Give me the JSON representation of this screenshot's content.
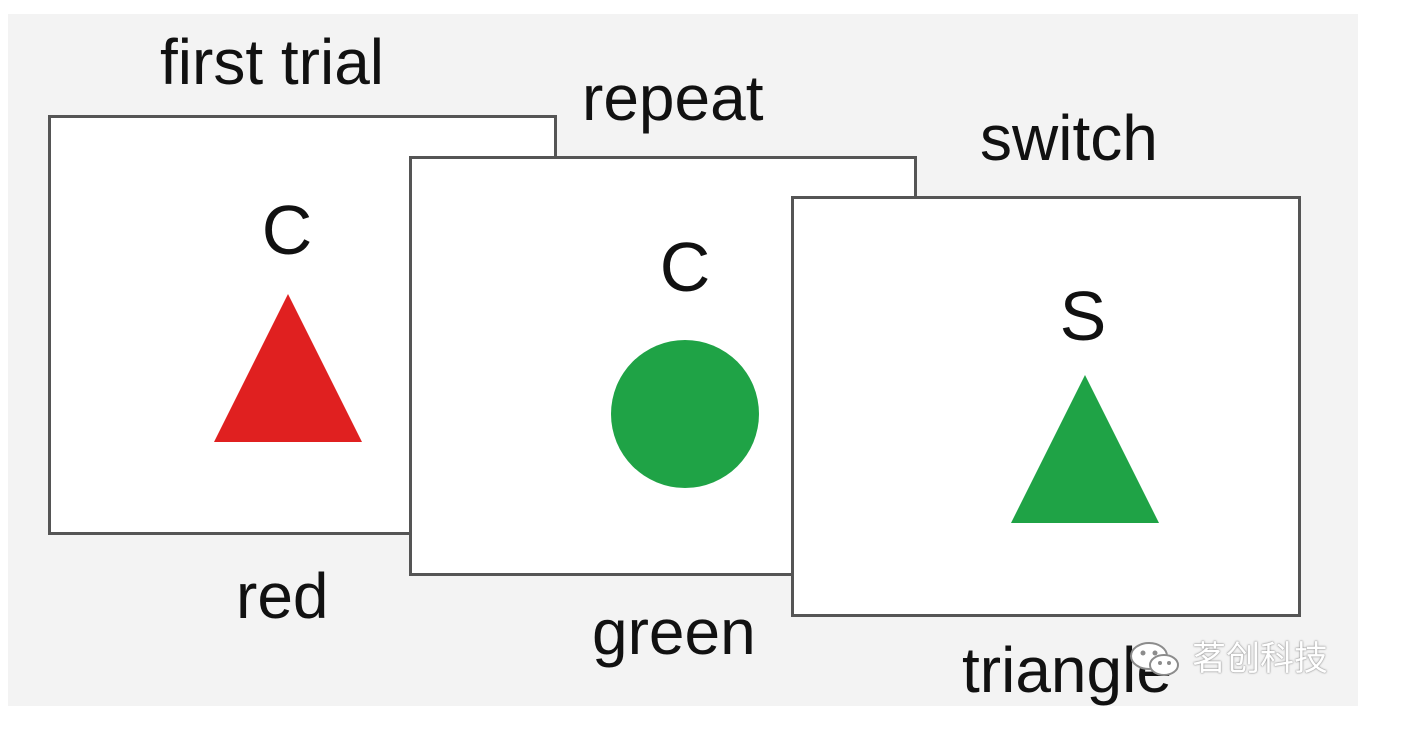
{
  "trials": [
    {
      "heading": "first trial",
      "cue": "C",
      "response": "red",
      "shape": "triangle-icon",
      "color": "#e02020"
    },
    {
      "heading": "repeat",
      "cue": "C",
      "response": "green",
      "shape": "circle-icon",
      "color": "#1fa346"
    },
    {
      "heading": "switch",
      "cue": "S",
      "response": "triangle",
      "shape": "triangle-icon",
      "color": "#1fa346"
    }
  ],
  "watermark": {
    "text": "茗创科技",
    "icon": "wechat-icon"
  }
}
